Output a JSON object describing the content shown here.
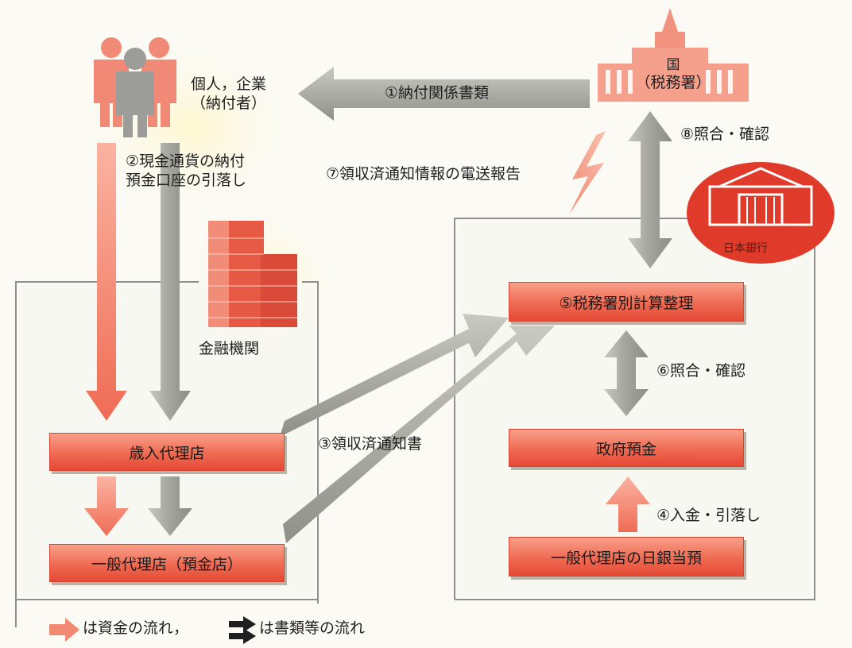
{
  "taxpayer": {
    "line1": "個人，企業",
    "line2": "（納付者）"
  },
  "tax_office": {
    "line1": "国",
    "line2": "（税務署）"
  },
  "boj": {
    "label": "日本銀行"
  },
  "financial_institution": {
    "label": "金融機関"
  },
  "boxes": {
    "agent_main": "歳入代理店",
    "agent_general": "一般代理店（預金店）",
    "calc": "⑤税務署別計算整理",
    "gov_deposit": "政府預金",
    "general_boj": "一般代理店の日銀当預"
  },
  "flows": {
    "f1": "①納付関係書類",
    "f2_line1": "②現金通貨の納付",
    "f2_line2": "預金口座の引落し",
    "f3": "③領収済通知書",
    "f4": "④入金・引落し",
    "f6": "⑥照合・確認",
    "f7": "⑦領収済通知情報の電送報告",
    "f8": "⑧照合・確認"
  },
  "legend": {
    "money": "は資金の流れ，",
    "docs": "は書類等の流れ"
  },
  "colors": {
    "money_arrow": "#f07a63",
    "doc_arrow": "#a7a89f",
    "box_fill": "#ef6a52",
    "boj_fill": "#e03a2a"
  }
}
